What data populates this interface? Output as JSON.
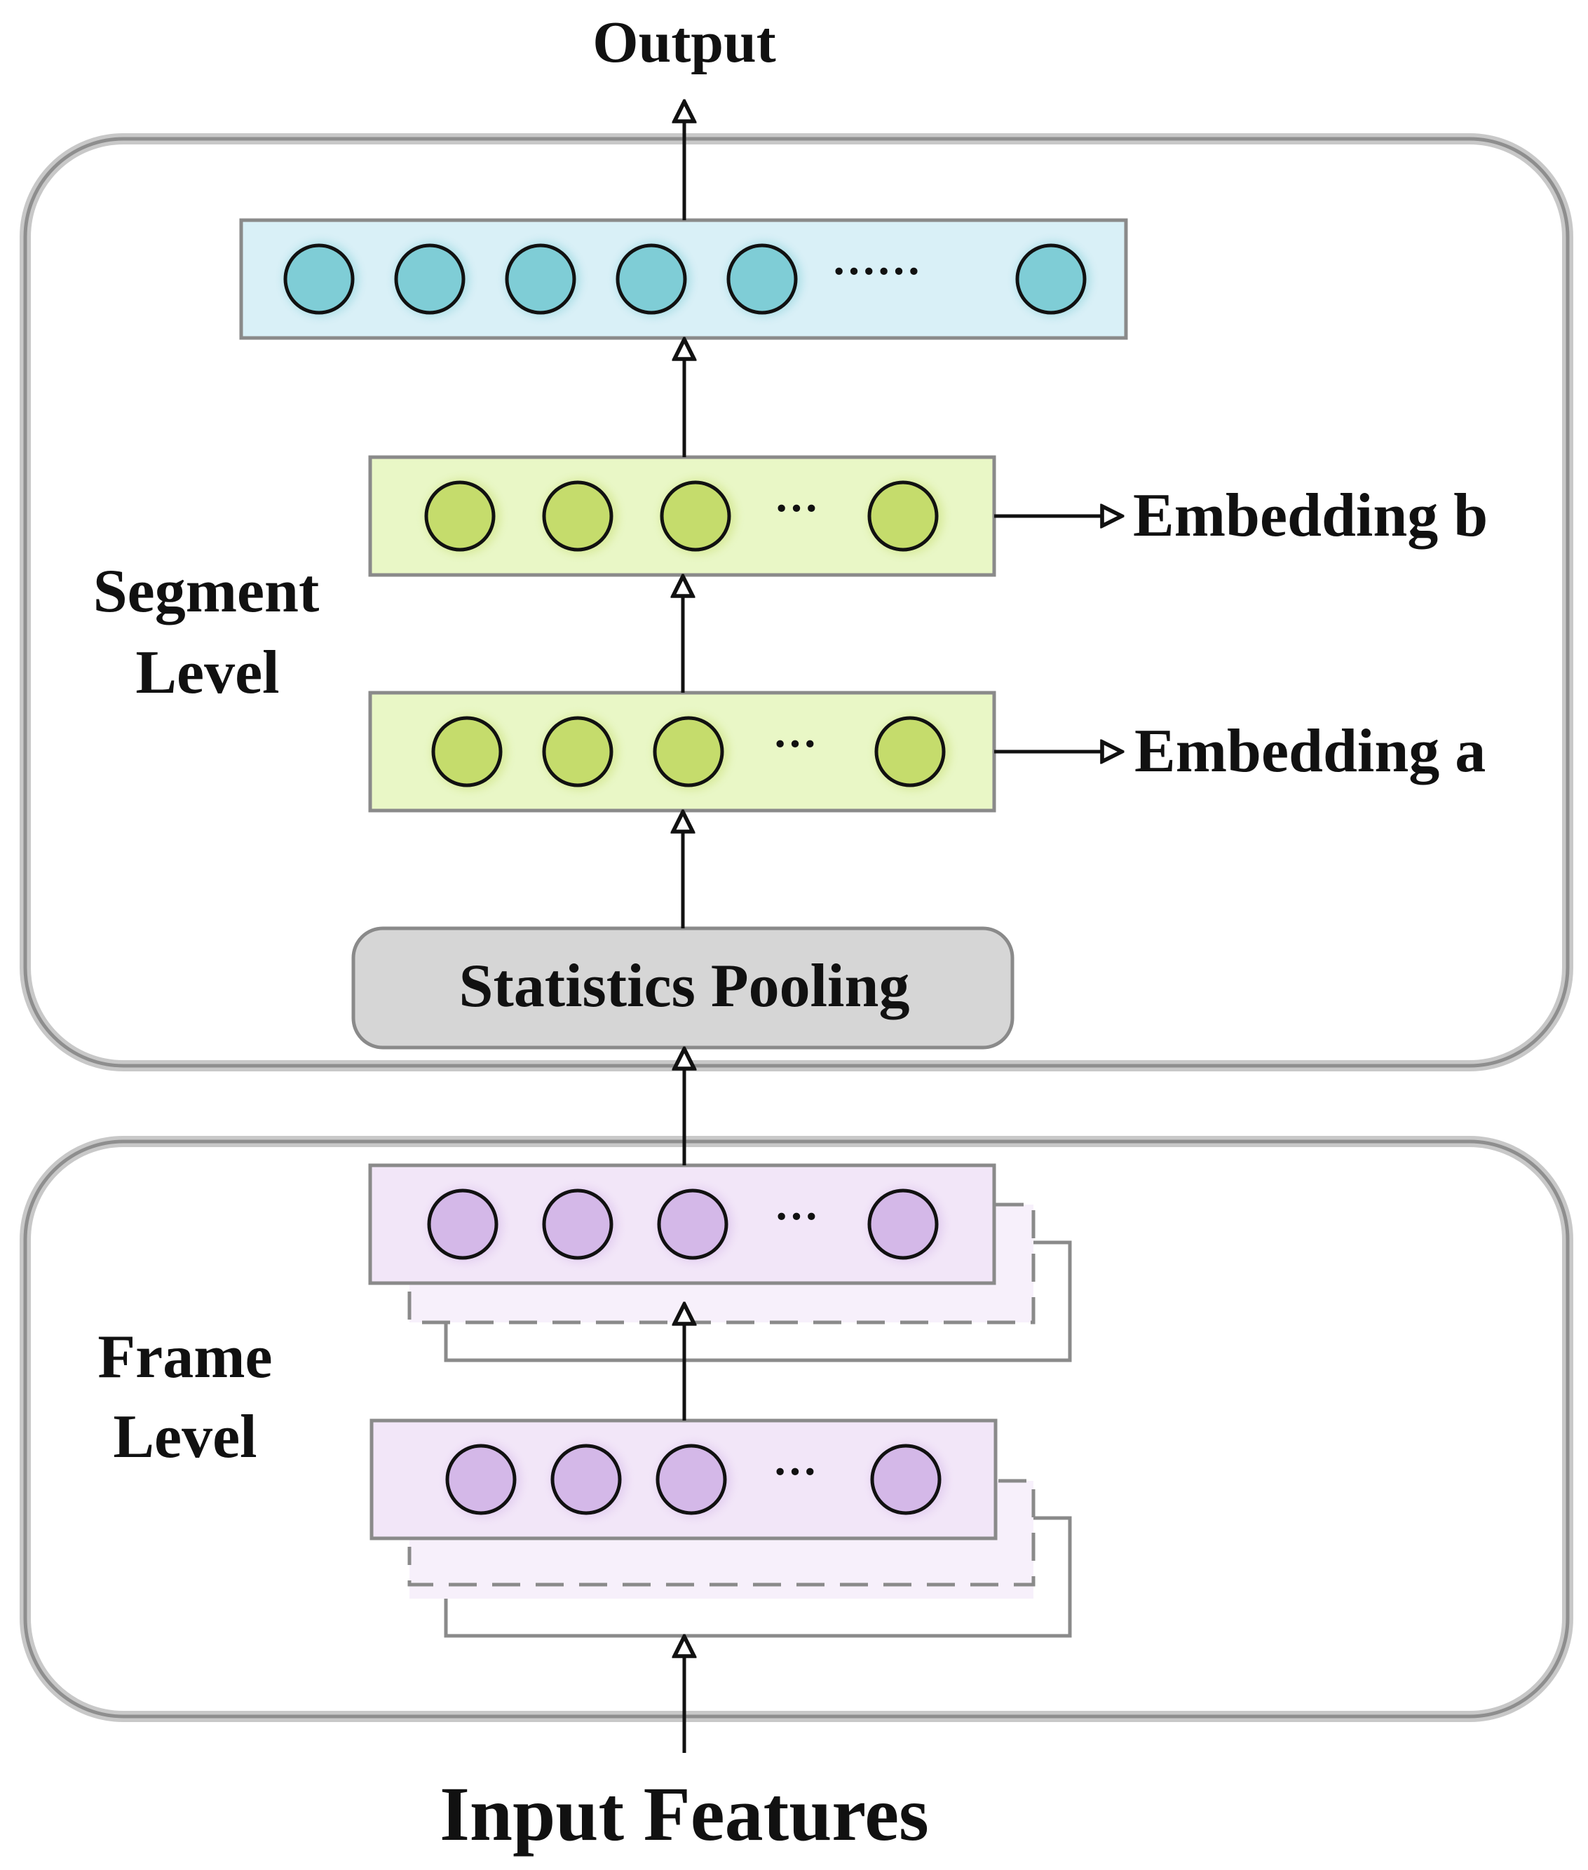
{
  "labels": {
    "output": "Output",
    "input": "Input Features",
    "segment_level_line1": "Segment",
    "segment_level_line2": "Level",
    "frame_level_line1": "Frame",
    "frame_level_line2": "Level",
    "statistics_pooling": "Statistics Pooling",
    "embedding_a": "Embedding a",
    "embedding_b": "Embedding b"
  },
  "ellipses": {
    "long": "······",
    "short": "···"
  },
  "colors": {
    "output_layer_fill": "#d9f0f7",
    "output_node_fill": "#7fcdd6",
    "embedding_layer_fill": "#e9f7c6",
    "embedding_node_fill": "#c5dc6c",
    "frame_layer_fill": "#f2e6f8",
    "frame_node_fill": "#d4b8e8",
    "pooling_fill": "#d6d6d6",
    "group_border": "#9a9a9a",
    "line": "#111111"
  },
  "icons": {
    "arrow": "open-triangle-arrowhead",
    "node": "circle-neuron"
  }
}
